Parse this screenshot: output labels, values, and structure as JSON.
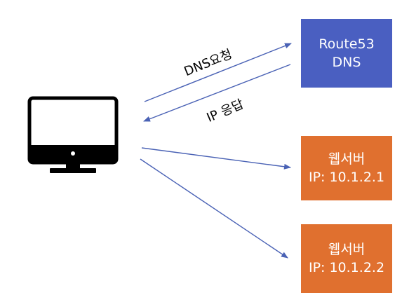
{
  "nodes": {
    "route53": {
      "line1": "Route53",
      "line2": "DNS",
      "color": "#4a5fc1"
    },
    "web1": {
      "line1": "웹서버",
      "line2": "IP: 10.1.2.1",
      "color": "#e0702f"
    },
    "web2": {
      "line1": "웹서버",
      "line2": "IP: 10.1.2.2",
      "color": "#e0702f"
    }
  },
  "edges": {
    "dns_request": "DNS요청",
    "ip_response": "IP 응답"
  },
  "icons": {
    "client": "computer-monitor-icon"
  },
  "colors": {
    "arrow": "#4a62b5"
  }
}
